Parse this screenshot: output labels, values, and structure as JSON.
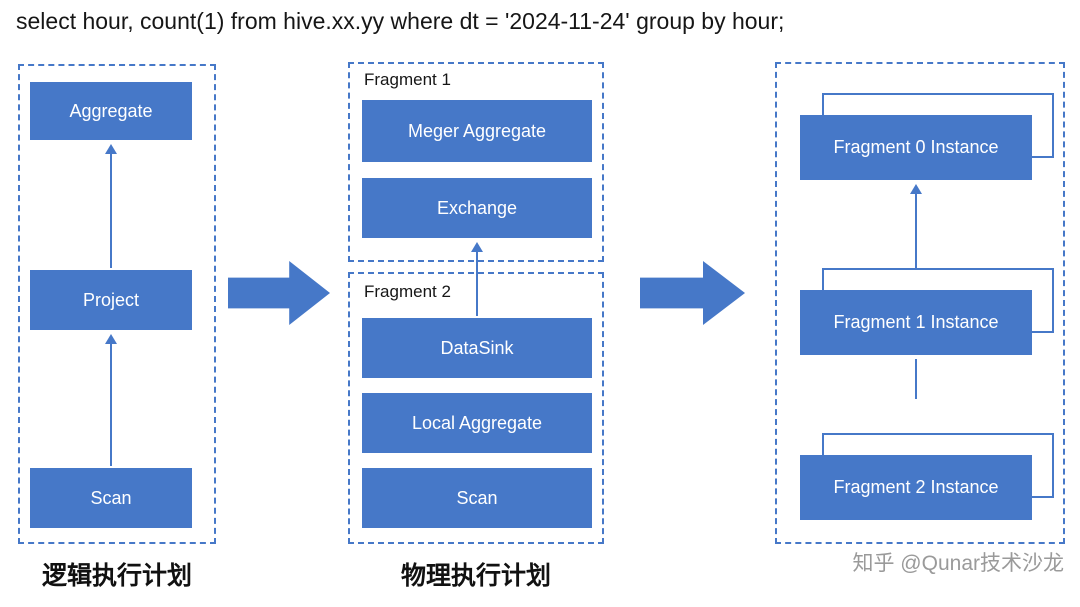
{
  "title": "select hour, count(1) from hive.xx.yy where dt = '2024-11-24' group by hour;",
  "colors": {
    "primary_blue": "#4678c8",
    "text_black": "#161616",
    "watermark_gray": "#9a9a9a"
  },
  "logical_plan": {
    "label": "逻辑执行计划",
    "nodes": [
      "Aggregate",
      "Project",
      "Scan"
    ]
  },
  "physical_plan": {
    "label": "物理执行计划",
    "fragments": [
      {
        "name": "Fragment 1",
        "nodes": [
          "Meger Aggregate",
          "Exchange"
        ]
      },
      {
        "name": "Fragment 2",
        "nodes": [
          "DataSink",
          "Local Aggregate",
          "Scan"
        ]
      }
    ]
  },
  "instances": {
    "items": [
      "Fragment 0 Instance",
      "Fragment 1 Instance",
      "Fragment 2 Instance"
    ]
  },
  "watermark": "知乎 @Qunar技术沙龙"
}
